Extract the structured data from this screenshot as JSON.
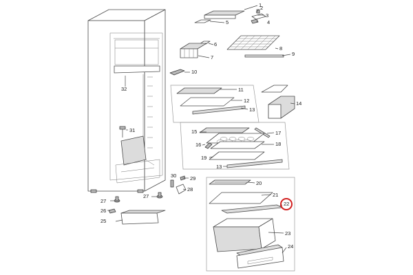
{
  "highlight_color": "#d21f1f",
  "highlighted_part": "22",
  "labels": [
    {
      "id": "1",
      "text": "1"
    },
    {
      "id": "2",
      "text": "2"
    },
    {
      "id": "3",
      "text": "3"
    },
    {
      "id": "4",
      "text": "4"
    },
    {
      "id": "5",
      "text": "5"
    },
    {
      "id": "6",
      "text": "6"
    },
    {
      "id": "7",
      "text": "7"
    },
    {
      "id": "8",
      "text": "8"
    },
    {
      "id": "9",
      "text": "9"
    },
    {
      "id": "10",
      "text": "10"
    },
    {
      "id": "11",
      "text": "11"
    },
    {
      "id": "12",
      "text": "12"
    },
    {
      "id": "13a",
      "text": "13"
    },
    {
      "id": "14",
      "text": "14"
    },
    {
      "id": "15",
      "text": "15"
    },
    {
      "id": "16",
      "text": "16"
    },
    {
      "id": "17",
      "text": "17"
    },
    {
      "id": "18",
      "text": "18"
    },
    {
      "id": "19",
      "text": "19"
    },
    {
      "id": "13b",
      "text": "13"
    },
    {
      "id": "20",
      "text": "20"
    },
    {
      "id": "21",
      "text": "21"
    },
    {
      "id": "22",
      "text": "22"
    },
    {
      "id": "23",
      "text": "23"
    },
    {
      "id": "24",
      "text": "24"
    },
    {
      "id": "25",
      "text": "25"
    },
    {
      "id": "26",
      "text": "26"
    },
    {
      "id": "27a",
      "text": "27"
    },
    {
      "id": "27b",
      "text": "27"
    },
    {
      "id": "28",
      "text": "28"
    },
    {
      "id": "29",
      "text": "29"
    },
    {
      "id": "30",
      "text": "30"
    },
    {
      "id": "31",
      "text": "31"
    },
    {
      "id": "32",
      "text": "32"
    }
  ]
}
